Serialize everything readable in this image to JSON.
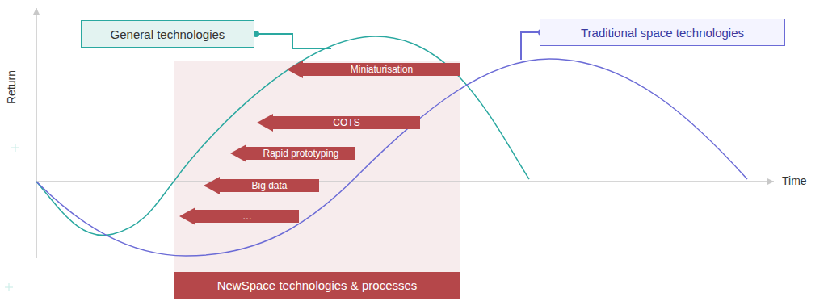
{
  "diagram": {
    "nodes": [
      {
        "text": [
          "General technologies"
        ]
      },
      {
        "text": [
          "Traditional space technologies"
        ]
      },
      {
        "text": [
          "NewSpace technologies & processes"
        ]
      },
      {
        "text": [
          "Miniaturisation"
        ],
        "in": 2
      },
      {
        "text": [
          "COTS"
        ],
        "in": 2
      },
      {
        "text": [
          "Rapid prototyping"
        ],
        "in": 2
      },
      {
        "text": [
          "Big data"
        ],
        "in": 2
      },
      {
        "text": [
          "…"
        ],
        "in": 2
      }
    ],
    "labels": [
      "Return",
      "Time"
    ]
  }
}
